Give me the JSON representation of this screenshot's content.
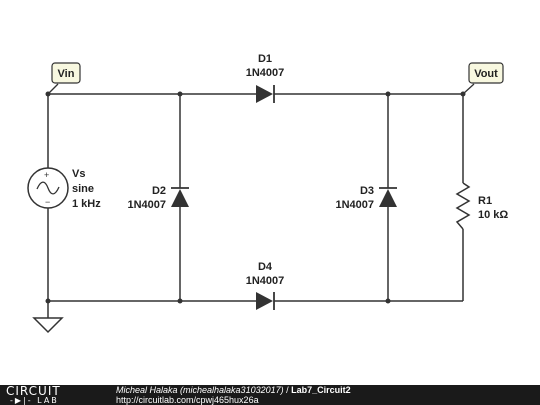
{
  "nodes": {
    "vin": "Vin",
    "vout": "Vout"
  },
  "components": {
    "d1": {
      "ref": "D1",
      "part": "1N4007"
    },
    "d2": {
      "ref": "D2",
      "part": "1N4007"
    },
    "d3": {
      "ref": "D3",
      "part": "1N4007"
    },
    "d4": {
      "ref": "D4",
      "part": "1N4007"
    },
    "vs": {
      "ref": "Vs",
      "type": "sine",
      "freq": "1 kHz"
    },
    "r1": {
      "ref": "R1",
      "value": "10 kΩ"
    }
  },
  "footer": {
    "logo_top": "CIRCUIT",
    "logo_bottom": "LAB",
    "author": "Micheal Halaka (michealhalaka31032017)",
    "separator": " / ",
    "circuit_name": "Lab7_Circuit2",
    "url": "http://circuitlab.com/cpwj465hux26a"
  },
  "colors": {
    "wire": "#333333",
    "flag_fill": "#f8f8e0",
    "footer_bg": "#1a1a1a"
  }
}
